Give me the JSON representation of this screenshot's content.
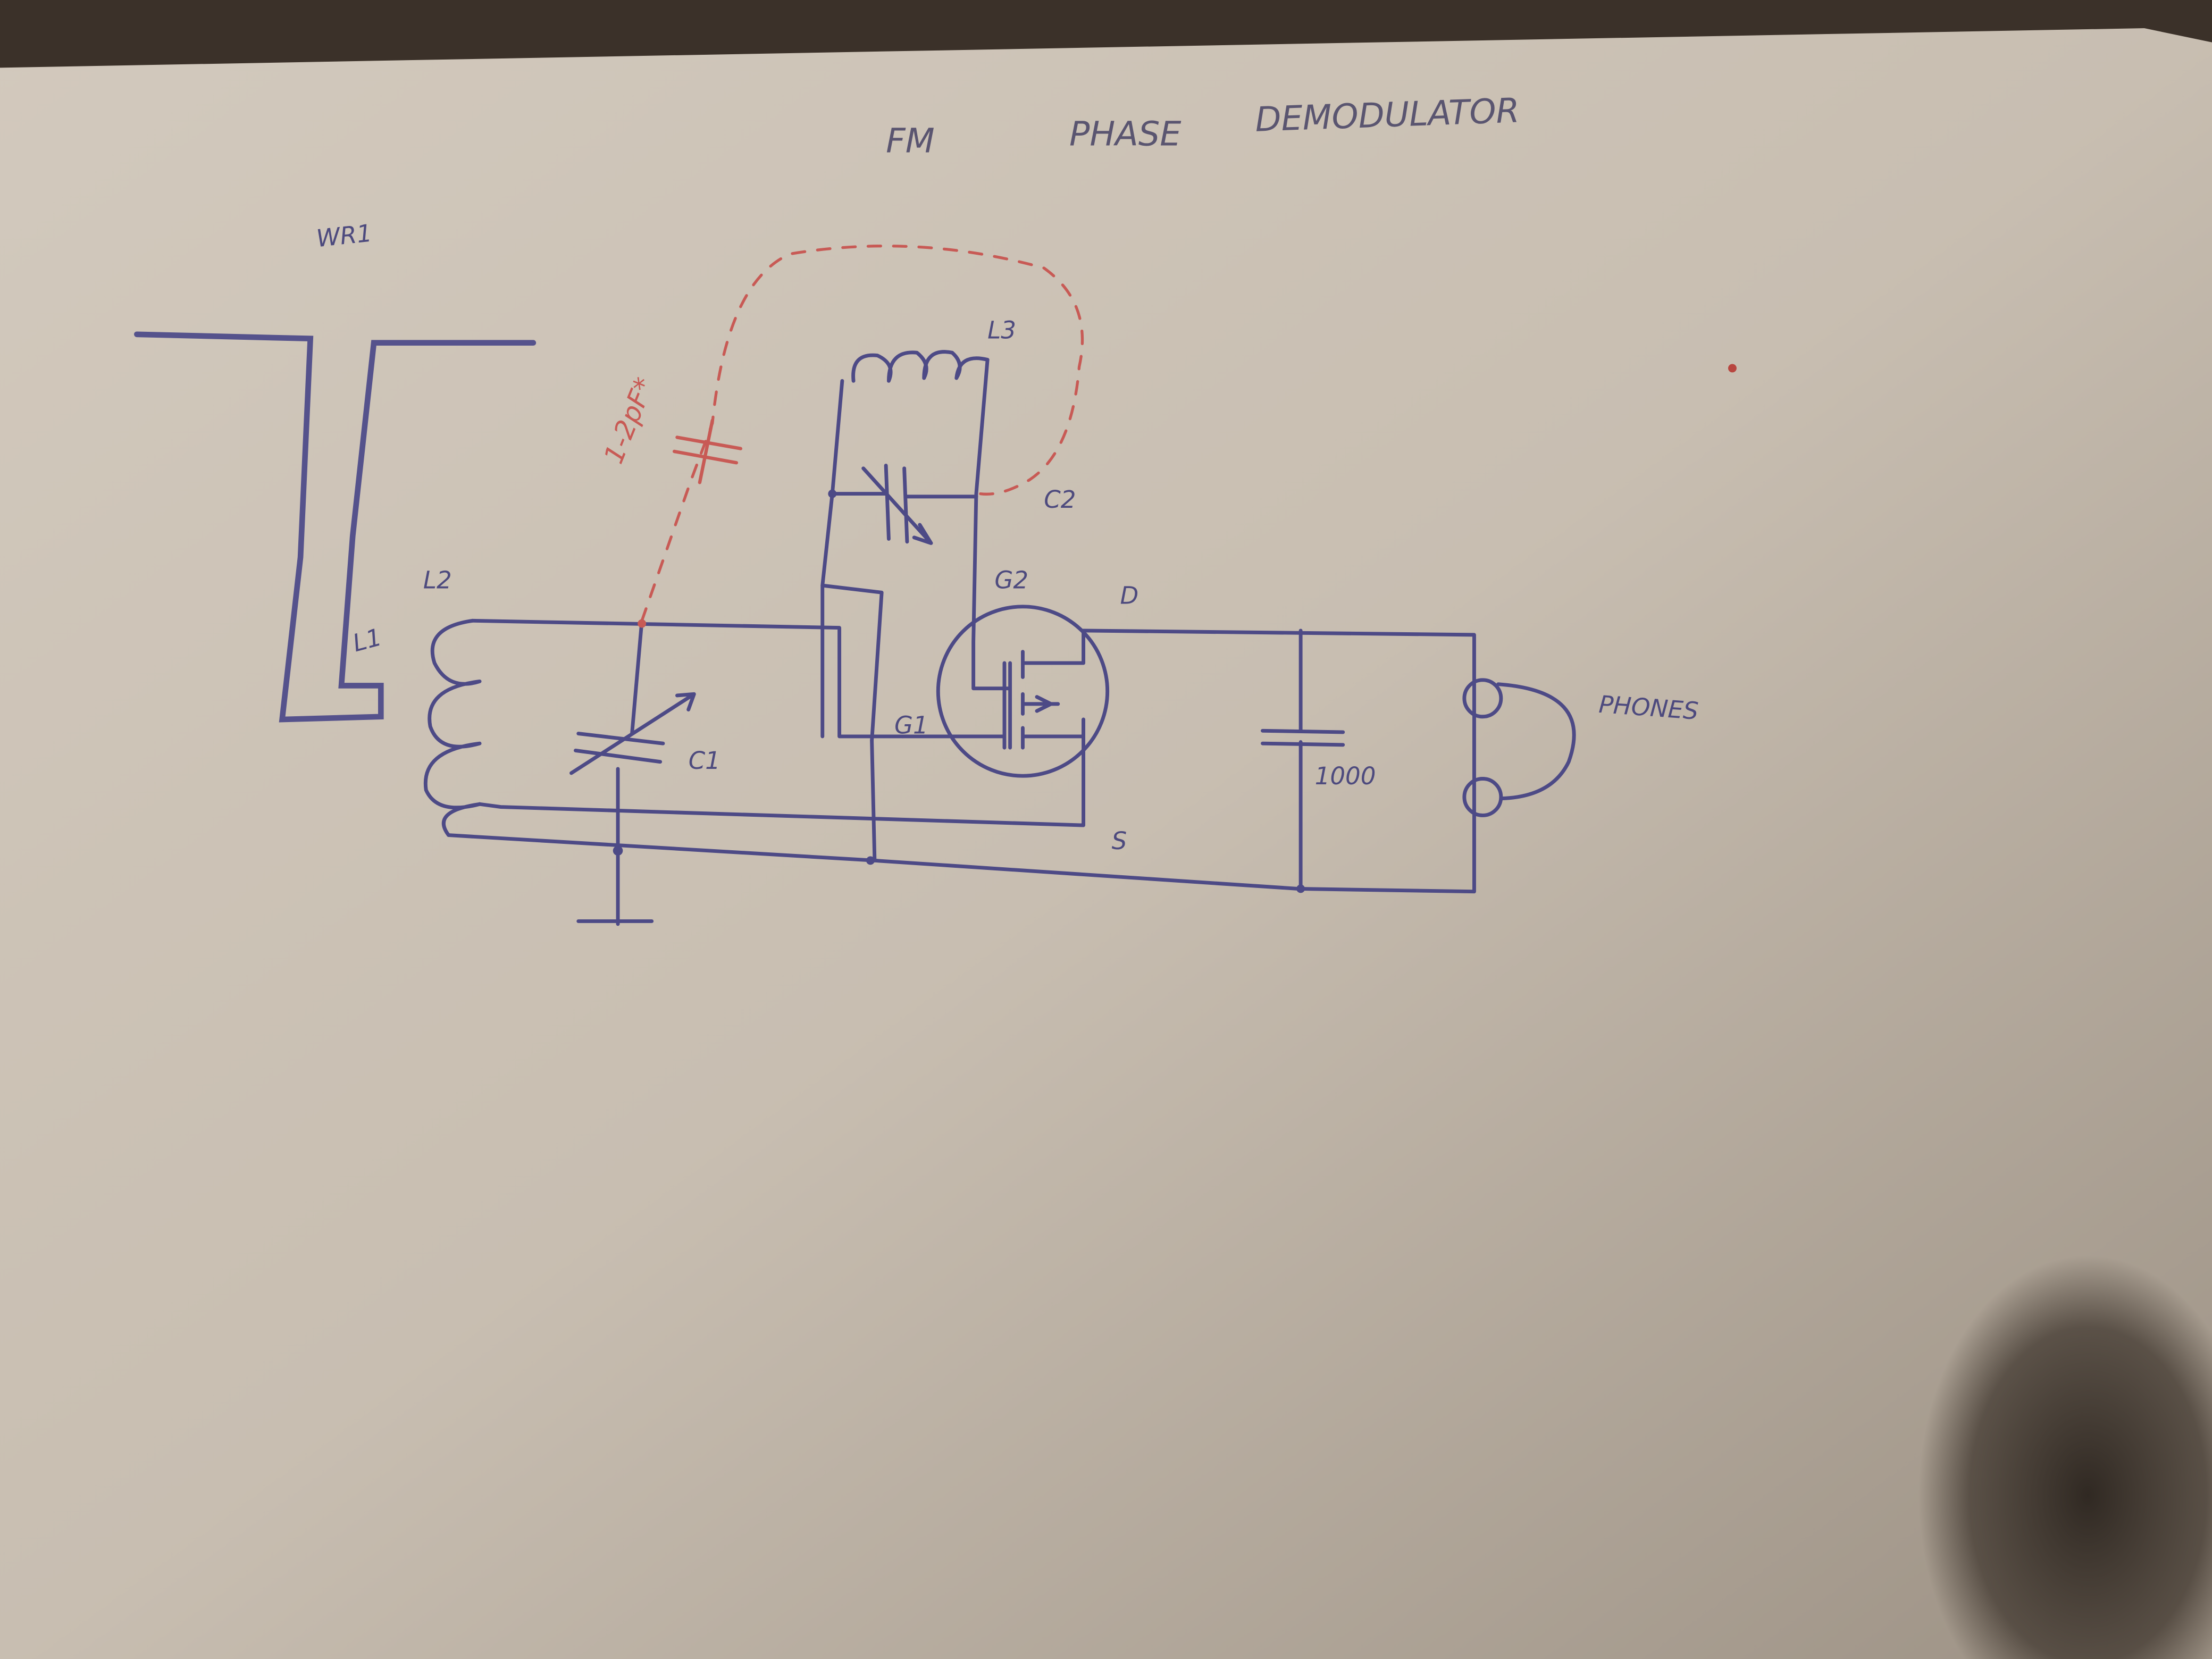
{
  "title": {
    "word1": "FM",
    "word2": "PHASE",
    "word3": "DEMODULATOR"
  },
  "labels": {
    "antenna": "WR1",
    "l1": "L1",
    "l2": "L2",
    "l3": "L3",
    "c1": "C1",
    "c2": "C2",
    "g1": "G1",
    "g2": "G2",
    "drain": "D",
    "source": "S",
    "cap_value": "1000",
    "phones": "PHONES",
    "feedback_cap": "1-2pF*"
  },
  "colors": {
    "paper": "#cbc1b4",
    "ink": "#4d4a86",
    "red_ink": "#c85a55"
  }
}
